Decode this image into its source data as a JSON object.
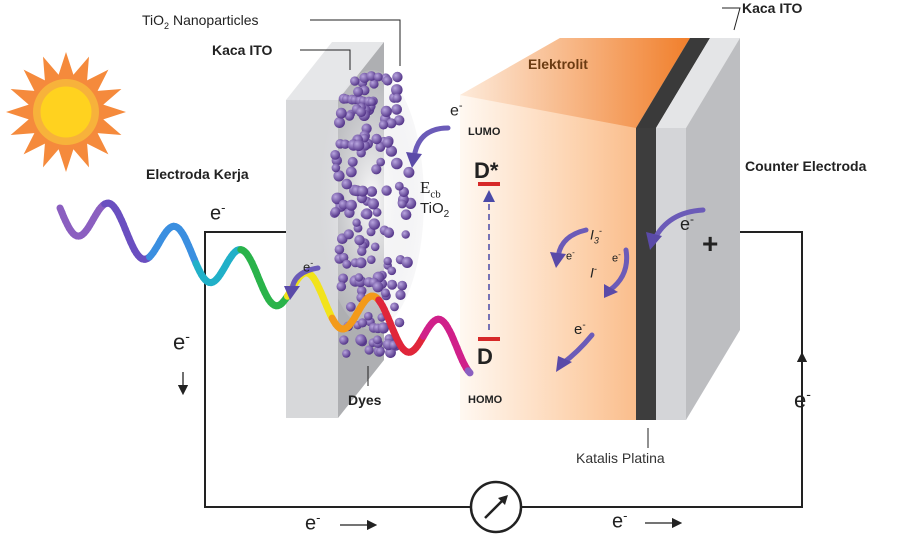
{
  "labels": {
    "tio2_nanoparticles": "TiO",
    "tio2_nanoparticles_sub": "2",
    "tio2_nanoparticles_rest": " Nanoparticles",
    "kaca_ito_left": "Kaca ITO",
    "kaca_ito_right": "Kaca ITO",
    "elektrolit": "Elektrolit",
    "electroda_kerja": "Electroda Kerja",
    "counter_electroda": "Counter Electroda",
    "lumo": "LUMO",
    "homo": "HOMO",
    "d_star": "D*",
    "d": "D",
    "ecb_main": "E",
    "ecb_sub": "cb",
    "tio2_main": "TiO",
    "tio2_sub": "2",
    "dyes": "Dyes",
    "katalis_platina": "Katalis Platina",
    "plus": "+",
    "i3": "I",
    "i3_sub": "3",
    "i3_sup": "-",
    "i": "I",
    "i_sup": "-",
    "electron": "e",
    "electron_sup": "-"
  },
  "colors": {
    "sun_outer": "#f58a3c",
    "sun_inner": "#ffd21f",
    "electrolyte": "#f9a35a",
    "electrolyte_top": "#f07a24",
    "glass": "#d7d8da",
    "glass_dark": "#9a9b9e",
    "platinum": "#3d3d3d",
    "particle": "#6a4a9c",
    "red_level": "#d62828",
    "arrow_purple": "#5a4aa8",
    "wire": "#222222"
  },
  "icons": {
    "sun": "sun-icon",
    "meter": "ammeter-icon"
  }
}
